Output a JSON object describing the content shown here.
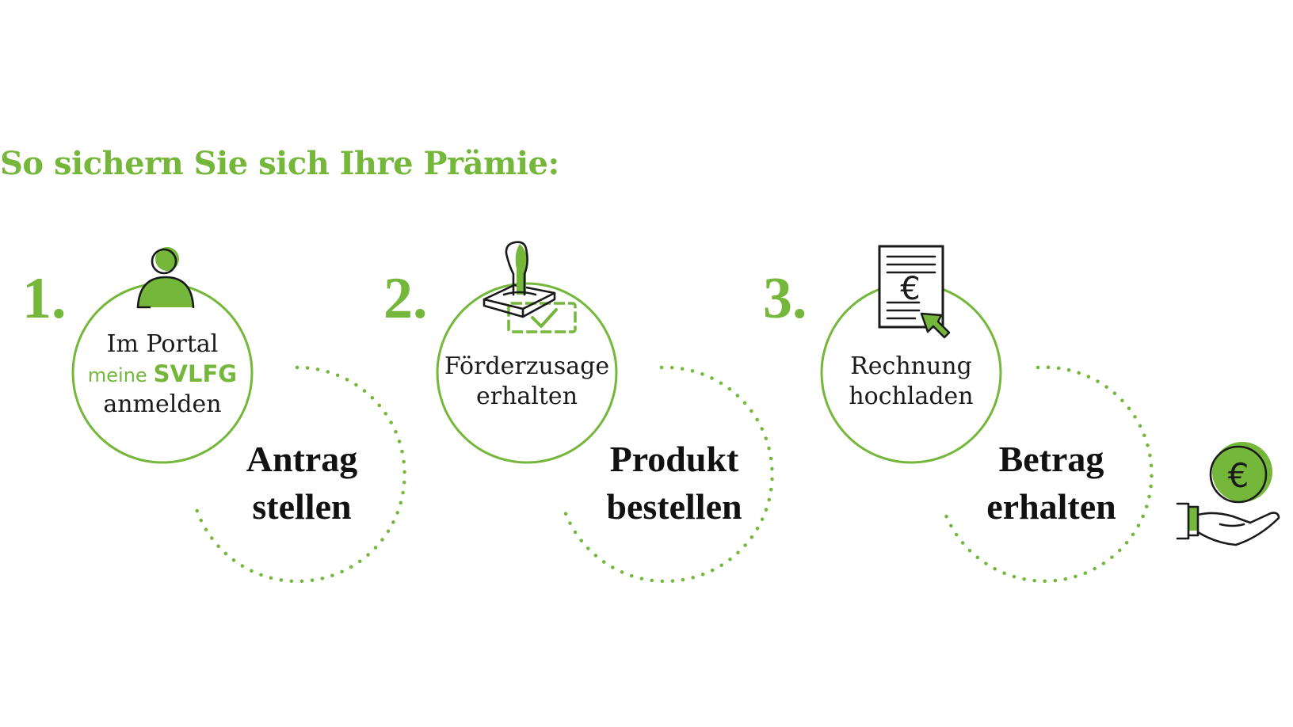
{
  "headline": "So sichern Sie sich Ihre Prämie:",
  "steps": [
    {
      "number": "1.",
      "circle_lines": [
        "Im Portal",
        "anmelden"
      ],
      "portal_prefix": "meine",
      "portal_name": "SVLFG",
      "action_lines": [
        "Antrag",
        "stellen"
      ],
      "icon": "person-icon"
    },
    {
      "number": "2.",
      "circle_lines": [
        "Förderzusage",
        "erhalten"
      ],
      "action_lines": [
        "Produkt",
        "bestellen"
      ],
      "icon": "stamp-icon"
    },
    {
      "number": "3.",
      "circle_lines": [
        "Rechnung",
        "hochladen"
      ],
      "action_lines": [
        "Betrag",
        "erhalten"
      ],
      "icon": "invoice-upload-icon",
      "invoice_symbol": "€"
    }
  ],
  "final_icon": "hand-coin-icon",
  "coin_symbol": "€",
  "colors": {
    "accent": "#74b73a",
    "text": "#1a1a1a"
  }
}
